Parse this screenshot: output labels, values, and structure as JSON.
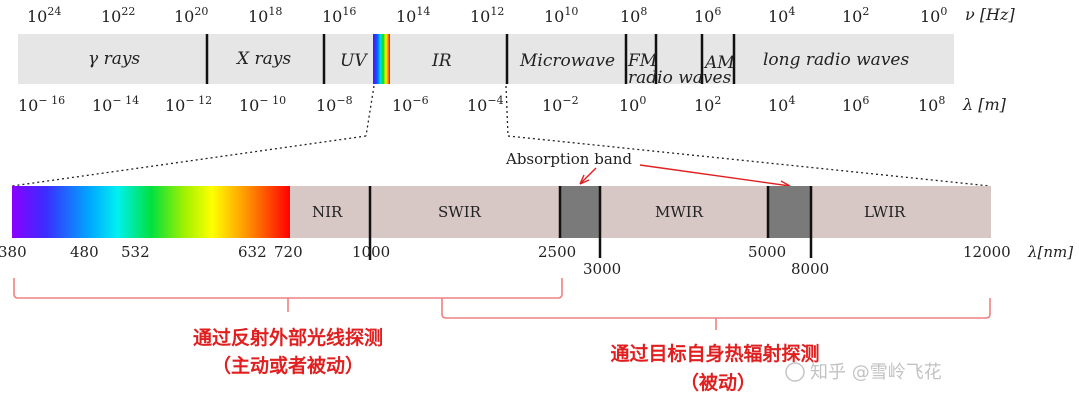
{
  "top_bar": {
    "freq_unit": "ν [Hz]",
    "wave_unit": "λ [m]",
    "freq_ticks": [
      {
        "base": "10",
        "exp": "24"
      },
      {
        "base": "10",
        "exp": "22"
      },
      {
        "base": "10",
        "exp": "20"
      },
      {
        "base": "10",
        "exp": "18"
      },
      {
        "base": "10",
        "exp": "16"
      },
      {
        "base": "10",
        "exp": "14"
      },
      {
        "base": "10",
        "exp": "12"
      },
      {
        "base": "10",
        "exp": "10"
      },
      {
        "base": "10",
        "exp": "8"
      },
      {
        "base": "10",
        "exp": "6"
      },
      {
        "base": "10",
        "exp": "4"
      },
      {
        "base": "10",
        "exp": "2"
      },
      {
        "base": "10",
        "exp": "0"
      }
    ],
    "wave_ticks": [
      {
        "base": "10",
        "exp": "− 16"
      },
      {
        "base": "10",
        "exp": "− 14"
      },
      {
        "base": "10",
        "exp": "− 12"
      },
      {
        "base": "10",
        "exp": "− 10"
      },
      {
        "base": "10",
        "exp": "−8"
      },
      {
        "base": "10",
        "exp": "−6"
      },
      {
        "base": "10",
        "exp": "−4"
      },
      {
        "base": "10",
        "exp": "−2"
      },
      {
        "base": "10",
        "exp": "0"
      },
      {
        "base": "10",
        "exp": "2"
      },
      {
        "base": "10",
        "exp": "4"
      },
      {
        "base": "10",
        "exp": "6"
      },
      {
        "base": "10",
        "exp": "8"
      }
    ],
    "bands": [
      "γ rays",
      "X rays",
      "UV",
      "IR",
      "Microwave",
      "FM",
      "radio waves",
      "AM",
      "long radio waves"
    ]
  },
  "bottom_bar": {
    "bands": [
      "NIR",
      "SWIR",
      "MWIR",
      "LWIR"
    ],
    "absorption_label": "Absorption band",
    "ticks_upper": [
      "380",
      "480",
      "532",
      "632",
      "720",
      "1000",
      "2500",
      "5000",
      "12000"
    ],
    "ticks_lower": [
      "3000",
      "8000"
    ],
    "unit": "λ[nm]"
  },
  "annotations": {
    "left_line1": "通过反射外部光线探测",
    "left_line2": "（主动或者被动）",
    "right_line1": "通过目标自身热辐射探测",
    "right_line2": "（被动）"
  },
  "watermark": "知乎 @雪岭飞花",
  "colors": {
    "bar_gray": "#e6e6e6",
    "bar_rose": "#d7c7c5",
    "absorption_gray": "#7a7a7a",
    "accent_red": "#e02020",
    "bracket_red": "#f08080"
  }
}
